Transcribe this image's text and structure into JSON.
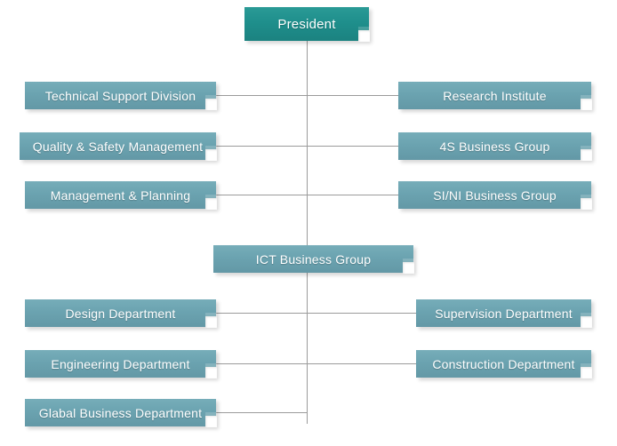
{
  "chart": {
    "title_node": {
      "label": "President"
    },
    "nodes": [
      {
        "label": "President",
        "column": "center",
        "row": 0
      },
      {
        "label": "Technical Support Division",
        "column": "left",
        "row": 1
      },
      {
        "label": "Research Institute",
        "column": "right",
        "row": 1
      },
      {
        "label": "Quality & Safety Management",
        "column": "left",
        "row": 2
      },
      {
        "label": "4S Business Group",
        "column": "right",
        "row": 2
      },
      {
        "label": "Management & Planning",
        "column": "left",
        "row": 3
      },
      {
        "label": "SI/NI Business Group",
        "column": "right",
        "row": 3
      },
      {
        "label": "ICT Business Group",
        "column": "center",
        "row": 4
      },
      {
        "label": "Design Department",
        "column": "left",
        "row": 5
      },
      {
        "label": "Supervision Department",
        "column": "right",
        "row": 5
      },
      {
        "label": "Engineering Department",
        "column": "left",
        "row": 6
      },
      {
        "label": "Construction Department",
        "column": "right",
        "row": 6
      },
      {
        "label": "Glabal Business Department",
        "column": "left",
        "row": 7
      }
    ],
    "colors": {
      "president_fill": "#1f8f8c",
      "node_fill": "#6ba3b0",
      "connector": "#9b9b9b",
      "text": "#ffffff",
      "background": "#ffffff"
    }
  }
}
